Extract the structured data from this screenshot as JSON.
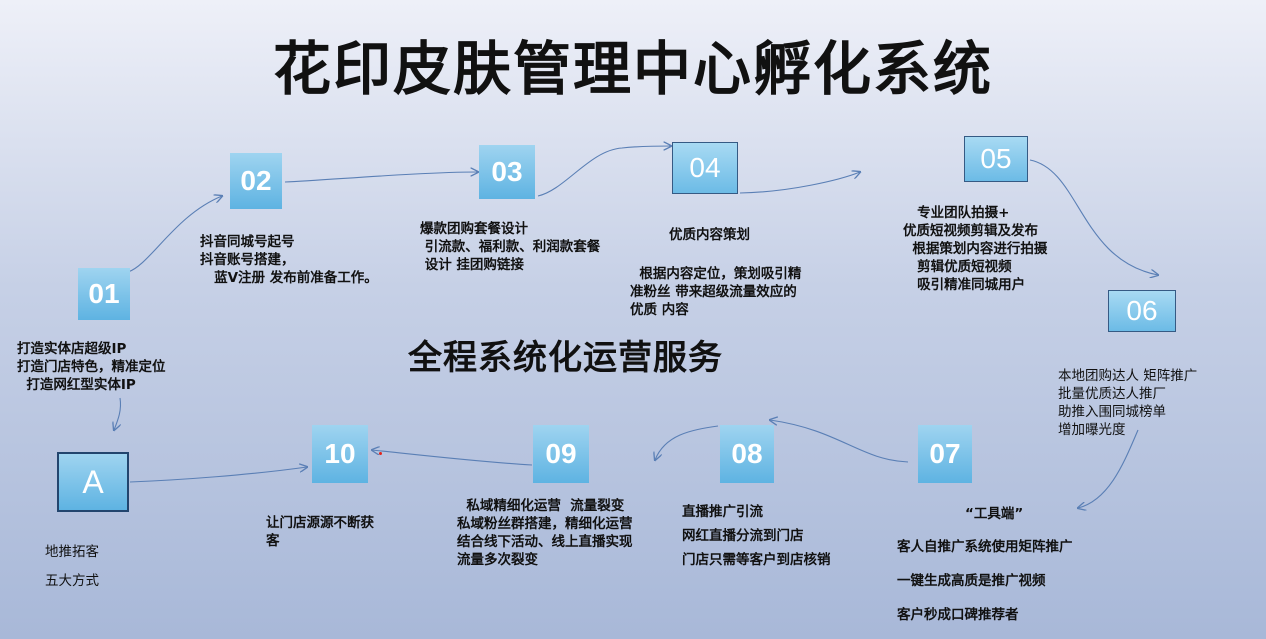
{
  "title": "花印皮肤管理中心孵化系统",
  "subtitle": "全程系统化运营服务",
  "steps": {
    "s01": {
      "label": "01",
      "text": "打造实体店超级IP\n打造门店特色，精准定位\n  打造网红型实体IP"
    },
    "s02": {
      "label": "02",
      "text": "抖音同城号起号\n抖音账号搭建，\n   蓝V注册 发布前准备工作。"
    },
    "s03": {
      "label": "03",
      "text": "爆款团购套餐设计\n 引流款、福利款、利润款套餐\n 设计 挂团购链接"
    },
    "s04": {
      "label": "04",
      "text": "优质内容策划",
      "text2": "  根据内容定位，策划吸引精\n准粉丝 带来超级流量效应的\n优质 内容"
    },
    "s05": {
      "label": "05",
      "text": "   专业团队拍摄+\n优质短视频剪辑及发布\n  根据策划内容进行拍摄\n   剪辑优质短视频\n   吸引精准同城用户"
    },
    "s06": {
      "label": "06",
      "text": "本地团购达人 矩阵推广\n批量优质达人推厂\n助推入围同城榜单\n增加曝光度"
    },
    "s07": {
      "label": "07",
      "text": "“工具端”",
      "text2": "客人自推广系统使用矩阵推广",
      "text3": "一键生成高质是推广视频",
      "text4": "客户秒成口碑推荐者"
    },
    "s08": {
      "label": "08",
      "text": "直播推广引流\n网红直播分流到门店\n门店只需等客户到店核销"
    },
    "s09": {
      "label": "09",
      "text": "  私域精细化运营  流量裂变\n私域粉丝群搭建，精细化运营\n结合线下活动、线上直播实现\n流量多次裂变"
    },
    "s10": {
      "label": "10",
      "text": "让门店源源不断获\n客"
    },
    "sA": {
      "label": "A",
      "text": "地推拓客",
      "text2": "五大方式"
    }
  },
  "colors": {
    "box_top": "#9fd4f0",
    "box_bottom": "#5eb3e2",
    "arrow": "#5a7fb5",
    "accent_dot": "#e2231a"
  }
}
